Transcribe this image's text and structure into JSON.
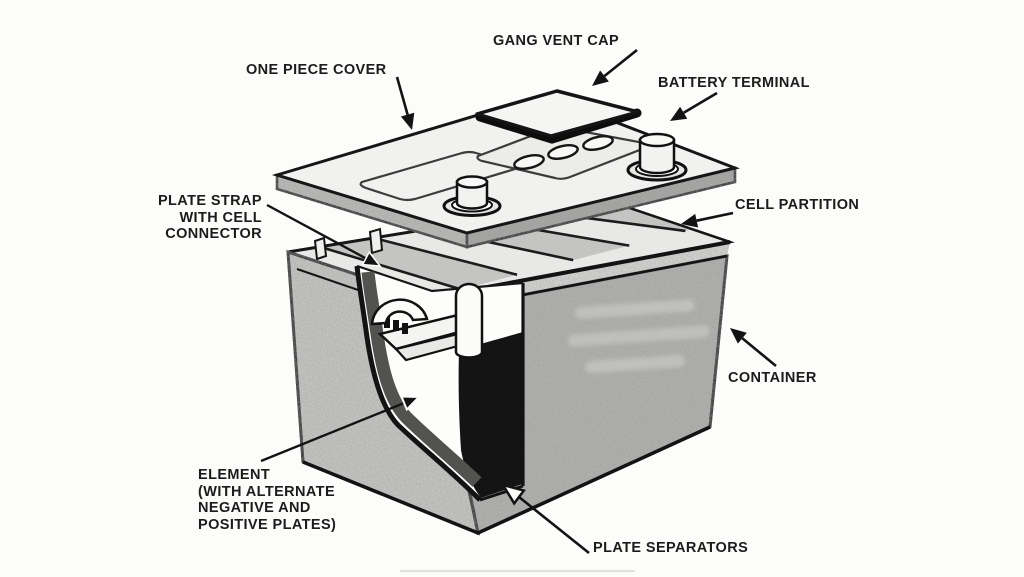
{
  "diagram": {
    "labels": {
      "gang_vent_cap": "GANG VENT CAP",
      "one_piece_cover": "ONE PIECE COVER",
      "battery_terminal": "BATTERY TERMINAL",
      "cell_partition": "CELL PARTITION",
      "plate_strap": "PLATE STRAP\nWITH CELL\nCONNECTOR",
      "container": "CONTAINER",
      "element": "ELEMENT\n(WITH ALTERNATE\nNEGATIVE AND\nPOSITIVE PLATES)",
      "plate_separators": "PLATE SEPARATORS"
    }
  },
  "colors": {
    "paper": "#fcfcfb",
    "ink": "#1c1c1c",
    "cover_face": "#f1f1ef",
    "container_left_face": "#c9c9c7",
    "container_right_face": "#b3b3b1",
    "element_fill": "#141414"
  }
}
